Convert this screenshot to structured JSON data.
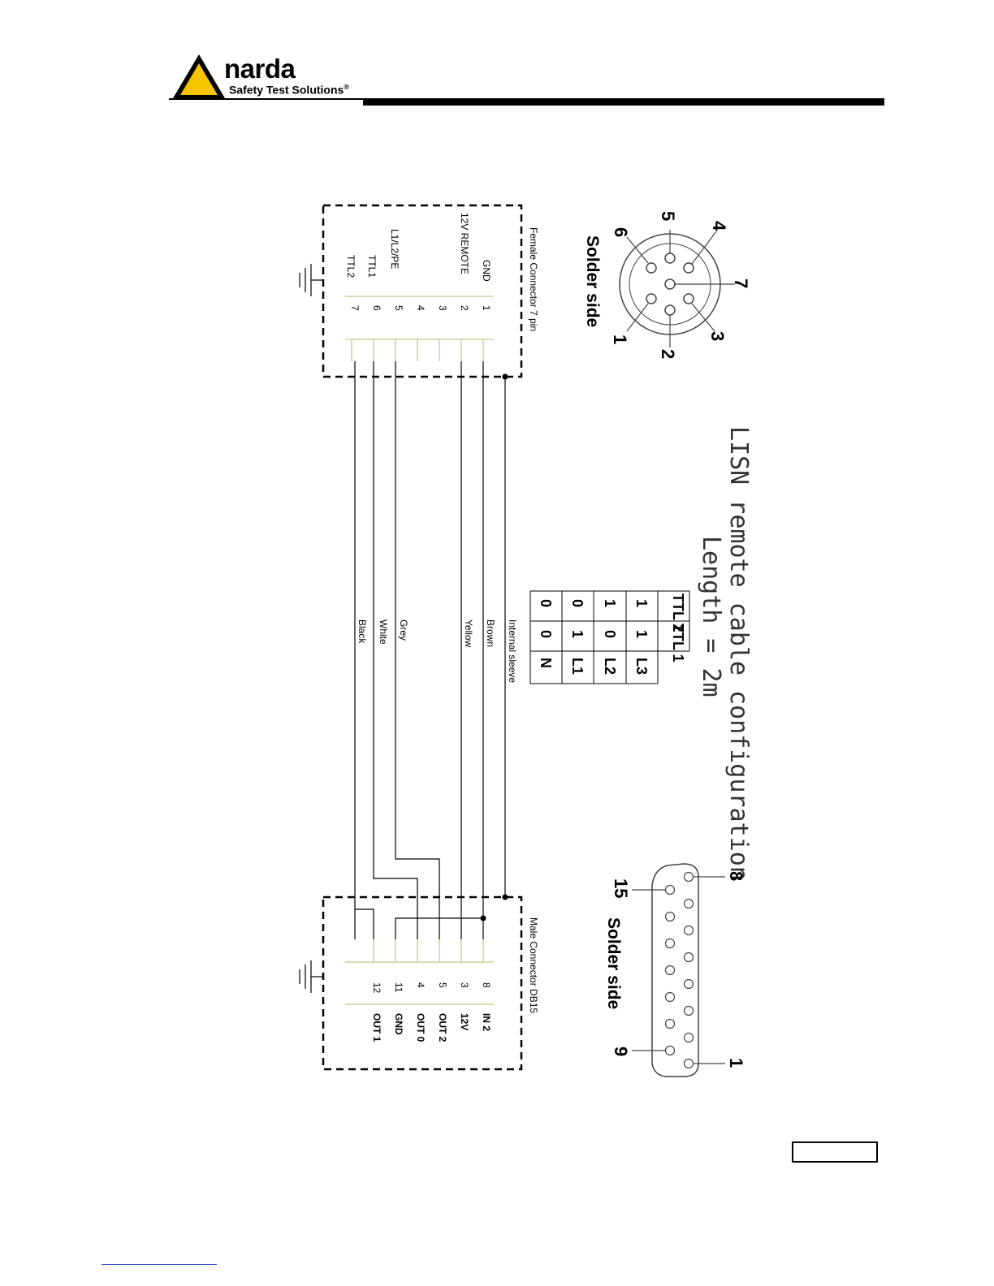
{
  "header": {
    "brand": "narda",
    "tagline": "Safety Test Solutions",
    "registered": "®"
  },
  "diagram": {
    "title": "LISN remote cable configuration",
    "subtitle": "Length = 2m",
    "solder_side_label_top": "Solder side",
    "solder_side_label_bottom": "Solder side",
    "female_connector": {
      "title": "Female Connector 7 pin",
      "pins": [
        "1",
        "2",
        "3",
        "4",
        "5",
        "6",
        "7"
      ],
      "signals": [
        "GND",
        "12V REMOTE",
        "",
        "",
        "L1/L2/PE",
        "TTL1",
        "TTL2"
      ]
    },
    "male_connector": {
      "title": "Male Connector DB15",
      "pins": [
        "8",
        "3",
        "5",
        "4",
        "11",
        "12"
      ],
      "signals": [
        "IN 2",
        "12V",
        "OUT 2",
        "OUT 0",
        "GND",
        "OUT 1"
      ]
    },
    "wires": [
      "Internal sleeve",
      "Brown",
      "Yellow",
      "Grey",
      "White",
      "Black"
    ],
    "round_connector_numbers": [
      "1",
      "2",
      "3",
      "4",
      "5",
      "6",
      "7"
    ],
    "db15_numbers": [
      "8",
      "15",
      "9",
      "1"
    ],
    "truth_table": {
      "headers": [
        "TTL 2",
        "TTL 1",
        ""
      ],
      "rows": [
        [
          "1",
          "1",
          "L3"
        ],
        [
          "1",
          "0",
          "L2"
        ],
        [
          "0",
          "1",
          "L1"
        ],
        [
          "0",
          "0",
          "N"
        ]
      ]
    }
  },
  "colors": {
    "brand_yellow": "#f5c400",
    "line": "#000000",
    "pin_line": "#b8b86a",
    "footer_link": "#3355cc"
  }
}
